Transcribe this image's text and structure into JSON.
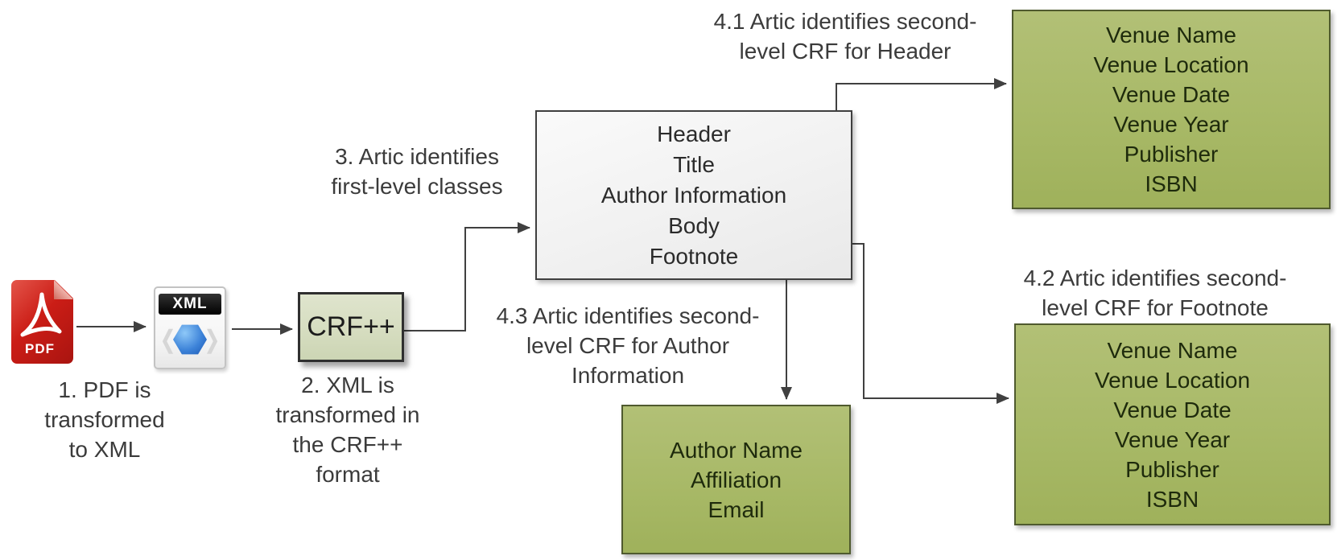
{
  "colors": {
    "background": "#ffffff",
    "green_fill": "#a8b967",
    "green_border": "#4f5a2e",
    "green_text": "#1e2a0c",
    "pale_green_fill": "#d6ddc0",
    "gray_box_fill": "#f1f1f1",
    "box_border": "#3f3f3f",
    "arrow": "#404040",
    "label_text": "#3b3b3b",
    "pdf_red": "#cb1d16",
    "xml_blue": "#3c82d8"
  },
  "icons": {
    "pdf_badge": "PDF",
    "xml_badge": "XML"
  },
  "labels": {
    "step1": "1. PDF  is\ntransformed\nto XML",
    "step2": "2. XML is\ntransformed in\nthe CRF++\nformat",
    "step3": "3. Artic identifies\nfirst-level classes",
    "step41": "4.1 Artic identifies second-\nlevel CRF for Header",
    "step42": "4.2 Artic identifies second-\nlevel CRF for Footnote",
    "step43": "4.3 Artic identifies second-\nlevel CRF for Author\nInformation"
  },
  "boxes": {
    "crf": {
      "label": "CRF++"
    },
    "first_level": {
      "lines": [
        "Header",
        "Title",
        "Author Information",
        "Body",
        "Footnote"
      ]
    },
    "header_fields": {
      "lines": [
        "Venue Name",
        "Venue Location",
        "Venue Date",
        "Venue Year",
        "Publisher",
        "ISBN"
      ]
    },
    "footnote_fields": {
      "lines": [
        "Venue Name",
        "Venue Location",
        "Venue Date",
        "Venue Year",
        "Publisher",
        "ISBN"
      ]
    },
    "author_fields": {
      "lines": [
        "Author Name",
        "Affiliation",
        "Email"
      ]
    }
  }
}
